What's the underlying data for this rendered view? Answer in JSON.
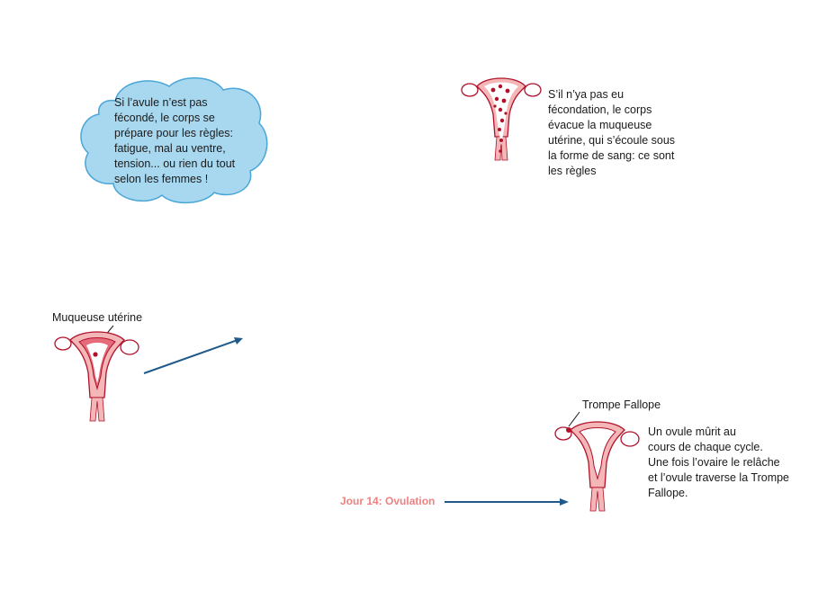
{
  "cloud": {
    "text": "Si l’avule n’est pas\nfécondé, le corps se\nprépare pour les règles:\nfatigue, mal au ventre,\ntension... ou rien du tout\nselon les femmes !",
    "fill": "#a8d8f0",
    "stroke": "#4aa6d6"
  },
  "menstruation": {
    "text": "S’il n’ya pas eu\nfécondation, le corps\névacue la muqueuse\nutérine, qui s’écoule sous\nla forme de sang: ce sont\nles règles"
  },
  "lining": {
    "label": "Muqueuse utérine"
  },
  "ovulation": {
    "label": "Trompe Fallope",
    "text": "Un ovule mûrit au\ncours de chaque cycle.\nUne fois l’ovaire le relâche\net l’ovule traverse la Trompe\n Fallope.",
    "day_label": "Jour 14: Ovulation"
  },
  "colors": {
    "uterus_fill": "#f4b6b6",
    "uterus_outline": "#b0122b",
    "arrow": "#1f5a8a",
    "ovulation_label": "#f08080"
  }
}
